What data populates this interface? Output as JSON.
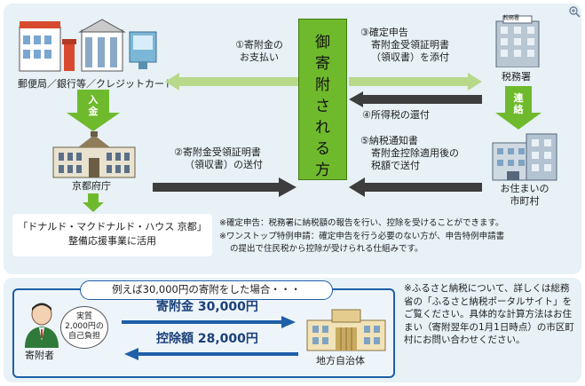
{
  "center_box": {
    "chars": [
      "御",
      "寄",
      "附",
      "さ",
      "れ",
      "る",
      "方"
    ]
  },
  "labels": {
    "bank": "郵便局／銀行等／クレジットカード",
    "deposit": [
      "入",
      "金"
    ],
    "kyoto": "京都府庁",
    "tax_office": "税務署",
    "tax_office_sign": "税務署",
    "city": [
      "お住まいの",
      "市町村"
    ],
    "renraku": [
      "連",
      "絡"
    ]
  },
  "steps": {
    "s1": [
      "①寄附金の",
      "お支払い"
    ],
    "s2": [
      "②寄附金受領証明書",
      "（領収書）の送付"
    ],
    "s3": [
      "③確定申告",
      "寄附金受領証明書",
      "（領収書）を添付"
    ],
    "s4": "④所得税の還付",
    "s5": [
      "⑤納税通知書",
      "寄附金控除適用後の",
      "税額で送付"
    ]
  },
  "use_box": {
    "line1": "「ドナルド・マクドナルド・ハウス 京都」",
    "line2": "整備応援事業に活用"
  },
  "notes": {
    "n1": "※確定申告：税務署に納税額の報告を行い、控除を受けることができます。",
    "n2a": "※ワンストップ特例申請：確定申告を行う必要のない方が、申告特例申請書",
    "n2b": "の提出で住民税から控除が受けられる仕組みです。"
  },
  "example": {
    "title": "例えば30,000円の寄附をした場合・・・",
    "bubble": [
      "実質",
      "2,000円の",
      "自己負担"
    ],
    "donation": "寄附金 30,000円",
    "deduction": "控除額 28,000円",
    "donor": "寄附者",
    "local_gov": "地方自治体"
  },
  "note_right": "※ふるさと納税について、詳しくは総務省の「ふるさと納税ポータルサイト」をご覧ください。具体的な計算方法はお住まい（寄附翌年の1月1日時点）の市区町村にお問い合わせください。",
  "colors": {
    "green": "#6fba2c",
    "light_green": "#b8d98a",
    "dark_arrow": "#3d3d3d",
    "blue": "#1f5fa8",
    "bg": "#e7f1f6"
  }
}
